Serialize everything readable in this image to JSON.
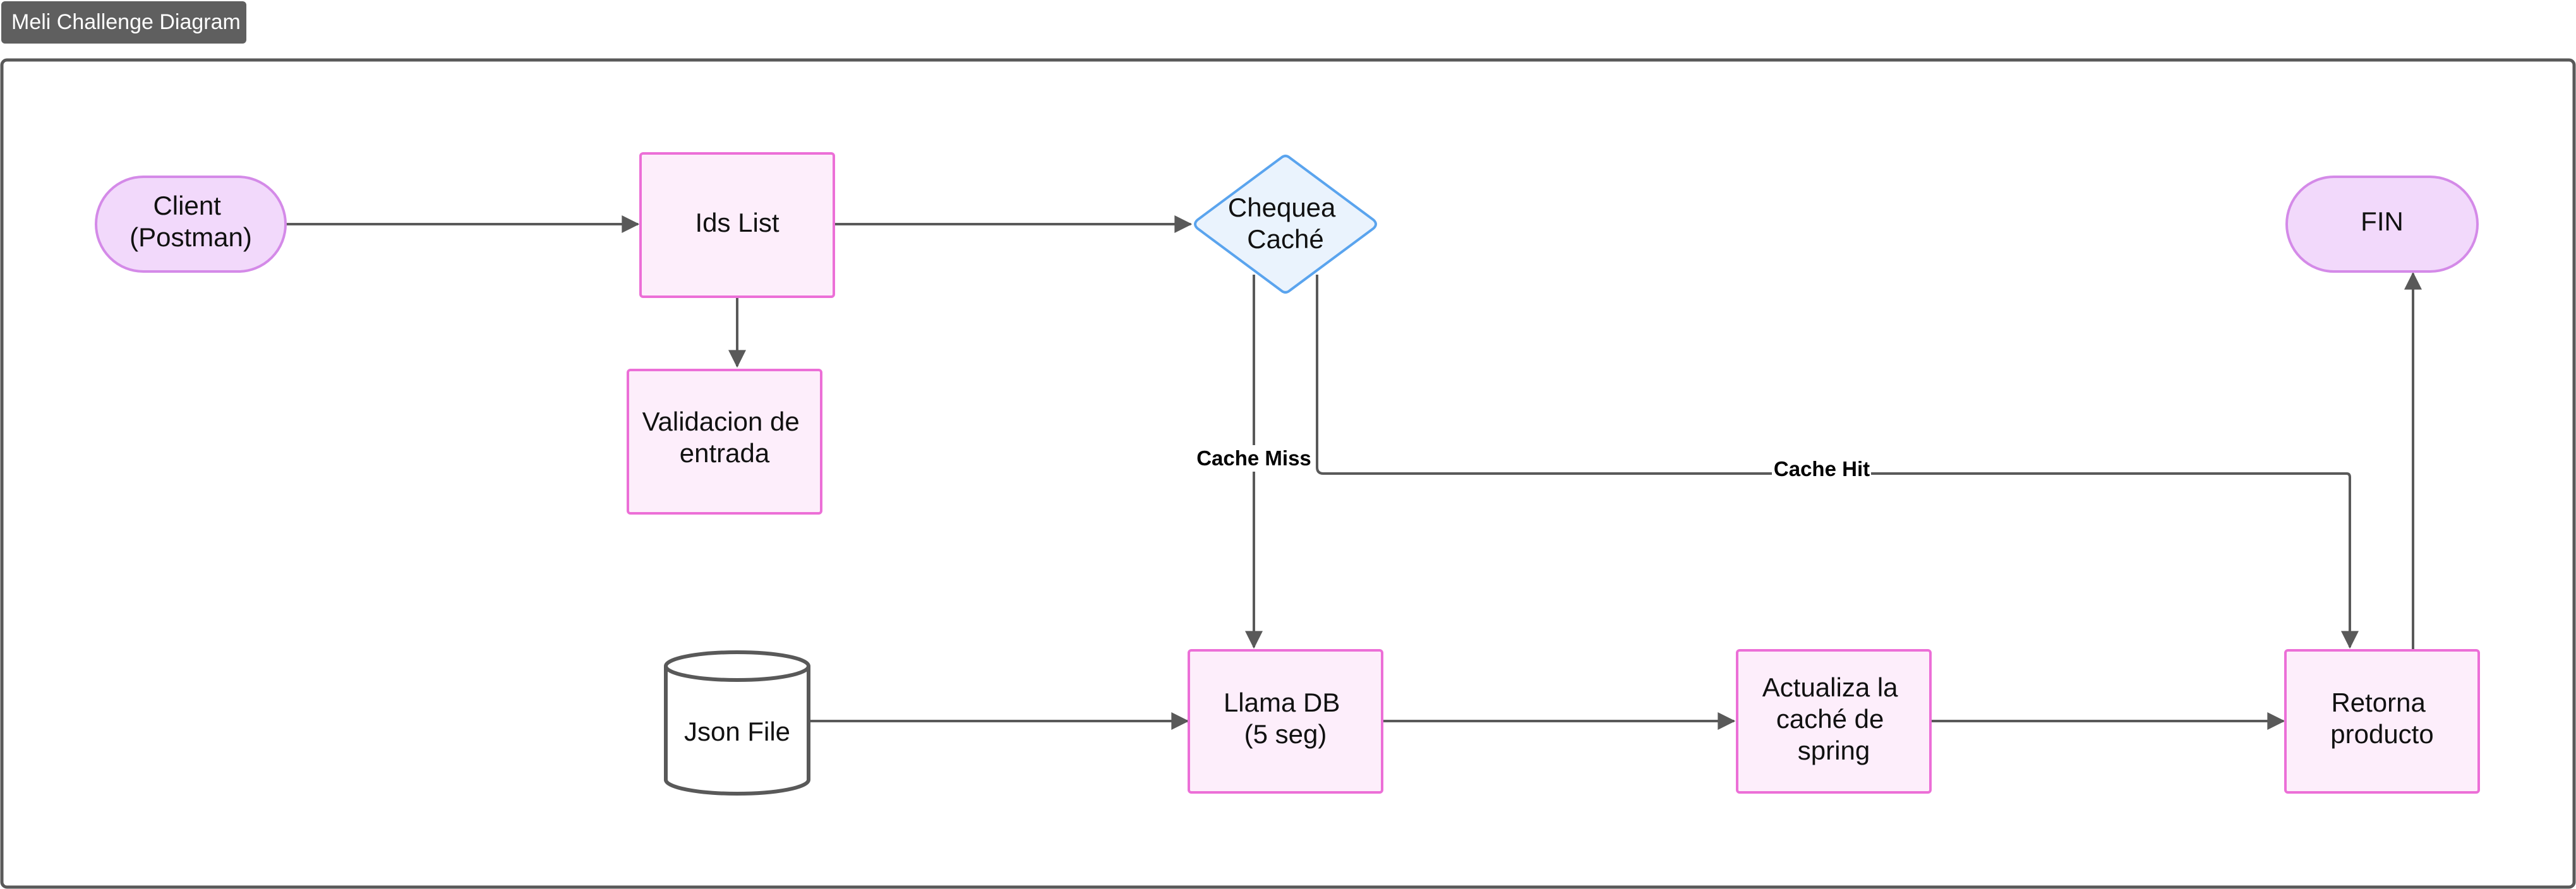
{
  "title": "Meli Challenge Diagram",
  "nodes": {
    "client": {
      "lines": [
        "Client",
        "(Postman)"
      ],
      "shape": "terminator"
    },
    "ids_list": {
      "lines": [
        "Ids List"
      ],
      "shape": "process"
    },
    "validacion": {
      "lines": [
        "Validacion de",
        "entrada"
      ],
      "shape": "process"
    },
    "chequea_cache": {
      "lines": [
        "Chequea",
        "Caché"
      ],
      "shape": "decision"
    },
    "fin": {
      "lines": [
        "FIN"
      ],
      "shape": "terminator"
    },
    "json_file": {
      "lines": [
        "Json File"
      ],
      "shape": "database"
    },
    "llama_db": {
      "lines": [
        "Llama DB",
        "(5 seg)"
      ],
      "shape": "process"
    },
    "actualiza_cache": {
      "lines": [
        "Actualiza la",
        "caché de",
        "spring"
      ],
      "shape": "process"
    },
    "retorna_producto": {
      "lines": [
        "Retorna",
        "producto"
      ],
      "shape": "process"
    }
  },
  "edge_labels": {
    "cache_miss": "Cache Miss",
    "cache_hit": "Cache Hit"
  },
  "colors": {
    "process_fill": "#fdeefb",
    "process_stroke": "#ec6fd7",
    "terminator_fill": "#f2d9fb",
    "terminator_stroke": "#d48ae8",
    "decision_fill": "#eaf3fd",
    "decision_stroke": "#5aa4ee",
    "edge": "#595959",
    "frame": "#595959"
  }
}
